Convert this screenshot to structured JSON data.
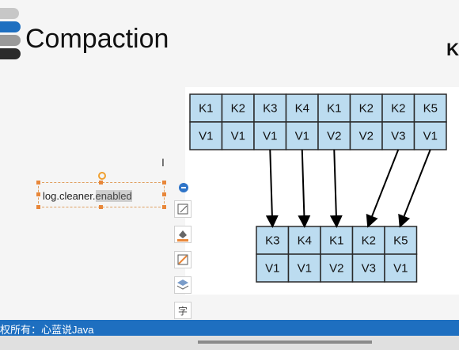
{
  "slide": {
    "title": "Compaction",
    "logo_text": "K",
    "colors": {
      "accent": "#1e6fc0",
      "bar_gray": "#b7b7b7",
      "bar_dark": "#2b2b2b"
    }
  },
  "diagram": {
    "top_keys": [
      "K1",
      "K2",
      "K3",
      "K4",
      "K1",
      "K2",
      "K2",
      "K5"
    ],
    "top_values": [
      "V1",
      "V1",
      "V1",
      "V1",
      "V2",
      "V2",
      "V3",
      "V1"
    ],
    "bottom_keys": [
      "K3",
      "K4",
      "K1",
      "K2",
      "K5"
    ],
    "bottom_values": [
      "V1",
      "V1",
      "V2",
      "V3",
      "V1"
    ],
    "cell_fill": "#bcdcf0",
    "cell_stroke": "#2a2a2a"
  },
  "textbox": {
    "text_before": "log.cleaner.",
    "text_selected": "enabled"
  },
  "toolbar": {
    "icons": [
      "remove-icon",
      "edit-shape-icon",
      "fill-color-icon",
      "line-color-icon",
      "layers-icon",
      "text-style-icon",
      "text-fill-icon"
    ]
  },
  "status": {
    "text": "权所有：心蓝说Java"
  }
}
